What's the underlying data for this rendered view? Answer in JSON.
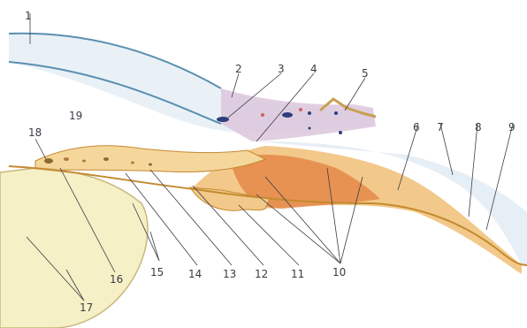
{
  "figure": {
    "labels": [
      "1",
      "2",
      "3",
      "4",
      "5",
      "6",
      "7",
      "8",
      "9",
      "10",
      "11",
      "12",
      "13",
      "14",
      "15",
      "16",
      "17",
      "18",
      "19"
    ]
  },
  "colors": {
    "background": "#ffffff",
    "cornea_outline": "#5a8fb0",
    "cornea_fill": "#e9f1f7",
    "sclera_band": "#dcc7dc",
    "ciliary_body": "#f2c98a",
    "ciliary_muscle": "#e27a3a",
    "iris_fill": "#f5d79c",
    "lens": "#f5f0c6",
    "lens_outline": "#c8b77a",
    "choroid_line": "#c48a30",
    "vessel": "#2e3f7a",
    "label_text": "#3c3c46"
  }
}
